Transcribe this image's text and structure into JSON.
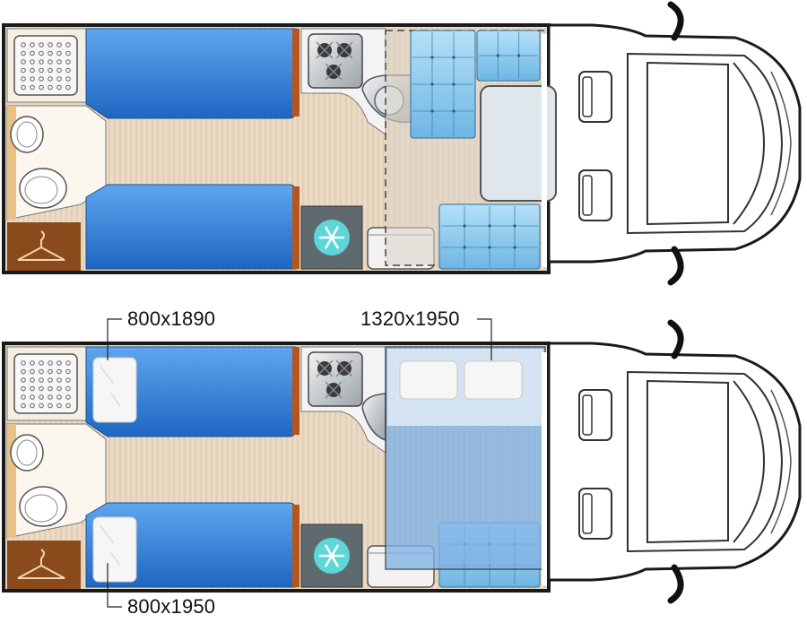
{
  "plans": [
    {
      "id": "day",
      "mode": "day"
    },
    {
      "id": "night",
      "mode": "night"
    }
  ],
  "dimensions": {
    "twin_bed_top": "800x1890",
    "twin_bed_bottom": "800x1950",
    "drop_down_bed": "1320x1950"
  },
  "colors": {
    "wall": "#1a1a1a",
    "floor": "#e8d7c0",
    "mattress_blue": "#2f7fd6",
    "upholstery": "#8fc9ec",
    "wardrobe": "#8a4a1c",
    "fridge_panel": "#5f6a6e",
    "bed_overlay": "#7fb2e6"
  },
  "icons": [
    "shower-tray-icon",
    "washbasin-icon",
    "toilet-icon",
    "hanger-icon",
    "hob-icon",
    "sink-icon",
    "snowflake-icon",
    "wheel-icon"
  ]
}
